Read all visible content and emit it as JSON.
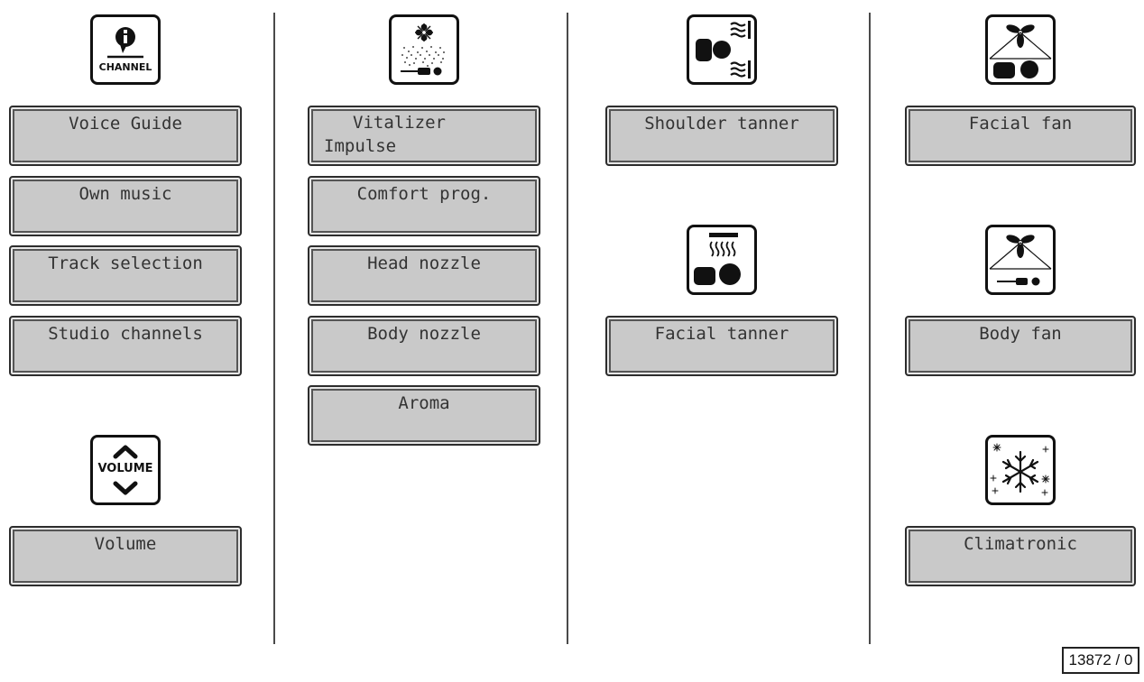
{
  "columns": [
    {
      "icons": [
        {
          "name": "channel-icon",
          "text": "CHANNEL"
        },
        {
          "name": "volume-icon",
          "text": "VOLUME"
        }
      ],
      "buttons": [
        "Voice Guide",
        "Own music",
        "Track selection",
        "Studio channels",
        "Volume"
      ]
    },
    {
      "icons": [
        {
          "name": "nozzle-spray-icon"
        }
      ],
      "buttons": [
        "Vitalizer",
        "Impulse",
        "Comfort prog.",
        "Head nozzle",
        "Body nozzle",
        "Aroma"
      ]
    },
    {
      "icons": [
        {
          "name": "shoulder-tanner-icon"
        },
        {
          "name": "facial-tanner-icon"
        }
      ],
      "buttons": [
        "Shoulder tanner",
        "Facial tanner"
      ]
    },
    {
      "icons": [
        {
          "name": "facial-fan-icon"
        },
        {
          "name": "body-fan-icon"
        },
        {
          "name": "snowflake-icon"
        }
      ],
      "buttons": [
        "Facial fan",
        "Body fan",
        "Climatronic"
      ]
    }
  ],
  "reference_number": "13872 / 0",
  "colors": {
    "button_face": "#c9c9c9",
    "button_border": "#2d2d2d",
    "button_text": "#333333"
  }
}
